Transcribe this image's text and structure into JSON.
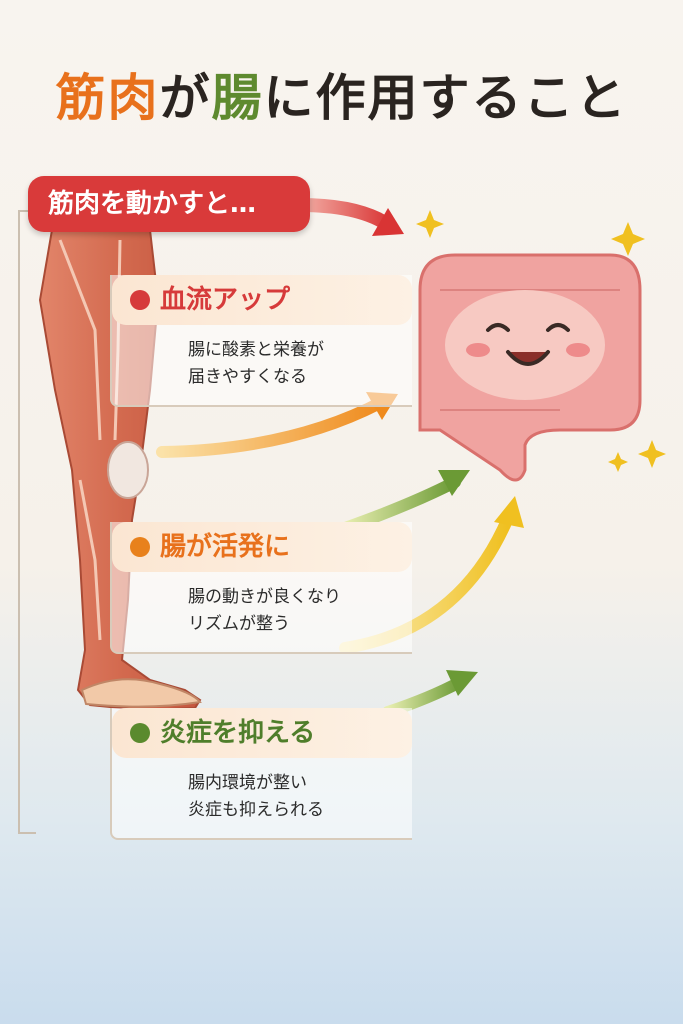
{
  "title": {
    "part1": "筋肉",
    "part2": "が",
    "part3": "腸",
    "part4": "に作用すること"
  },
  "tag": "筋肉を動かすと…",
  "effects": [
    {
      "heading": "血流アップ",
      "desc": "腸に酸素と栄養が\n届きやすくなる"
    },
    {
      "heading": "腸が活発に",
      "desc": "腸の動きが良くなり\nリズムが整う"
    },
    {
      "heading": "炎症を抑える",
      "desc": "腸内環境が整い\n炎症も抑えられる"
    }
  ],
  "colors": {
    "red": "#d63a3a",
    "orange": "#e8711c",
    "green": "#5e8a2f",
    "yellow": "#f0c020"
  }
}
